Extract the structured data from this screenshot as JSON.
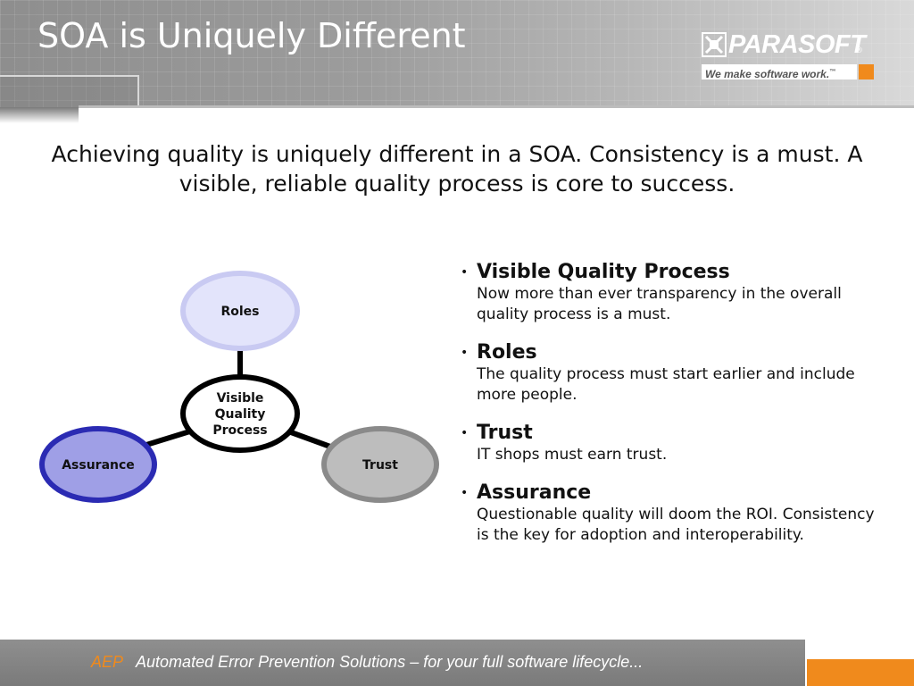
{
  "slide": {
    "title": "SOA is Uniquely Different",
    "subtitle": "Achieving quality is uniquely different in a SOA.  Consistency is a must.  A visible, reliable quality process is core to success."
  },
  "logo": {
    "name": "PARASOFT",
    "registered_mark": "®",
    "tagline": "We make software work.",
    "tagline_mark": "™"
  },
  "diagram": {
    "center": [
      "Visible",
      "Quality",
      "Process"
    ],
    "nodes": {
      "roles": "Roles",
      "assurance": "Assurance",
      "trust": "Trust"
    },
    "colors": {
      "roles_fill": "#e3e4fb",
      "roles_ring": "#c9caf2",
      "assurance_fill": "#9f9fe6",
      "assurance_ring": "#2b2bb3",
      "trust_fill": "#bdbdbd",
      "trust_ring": "#8a8a8a",
      "center_ring": "#000000"
    }
  },
  "bullets": [
    {
      "heading": "Visible Quality Process",
      "text": "Now more than ever transparency in the overall quality process is a must."
    },
    {
      "heading": "Roles",
      "text": "The quality process must start earlier and include more people."
    },
    {
      "heading": "Trust",
      "text": "IT shops must earn trust."
    },
    {
      "heading": "Assurance",
      "text": "Questionable quality will doom the ROI. Consistency is the key for adoption and interoperability."
    }
  ],
  "footer": {
    "acronym": "AEP",
    "text": "Automated Error Prevention Solutions – for your full software lifecycle...",
    "accent_color": "#f08a1c"
  }
}
